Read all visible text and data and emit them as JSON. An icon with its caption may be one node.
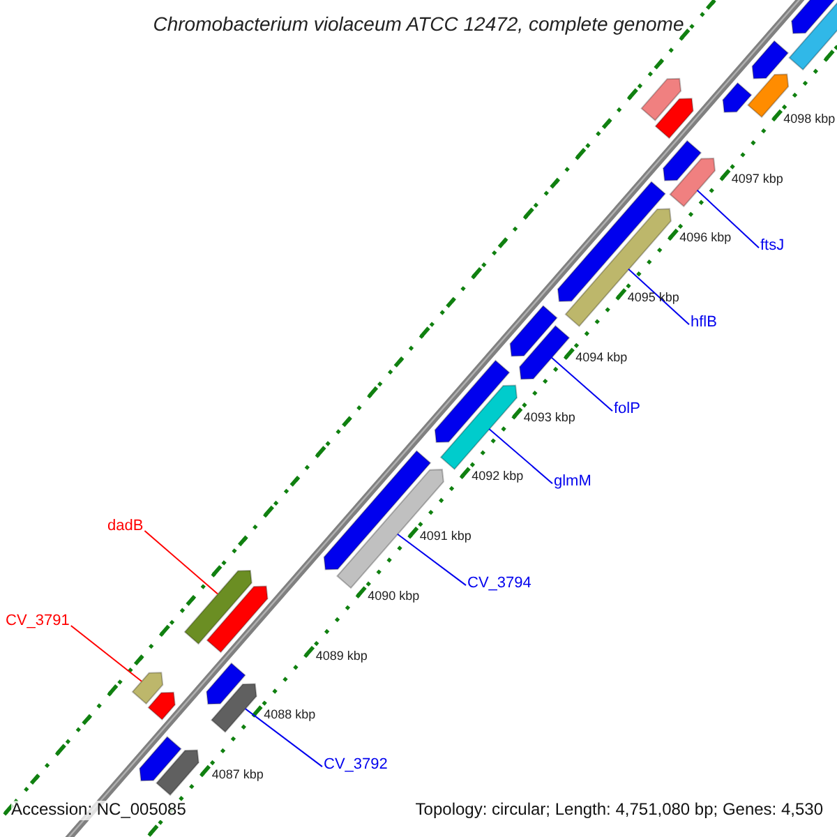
{
  "diagram": {
    "title": "Chromobacterium violaceum ATCC 12472, complete genome",
    "nodes": [
      {
        "text": [
          "ftsJ"
        ]
      },
      {
        "text": [],
        "shape": "bar"
      },
      {
        "text": [
          "hflB"
        ]
      },
      {
        "text": [],
        "shape": "bar"
      },
      {
        "text": [
          "folP"
        ]
      },
      {
        "text": [],
        "shape": "bar"
      },
      {
        "text": [
          "glmM"
        ]
      },
      {
        "text": [],
        "shape": "bar"
      },
      {
        "text": [
          "dadB"
        ]
      },
      {
        "text": [],
        "shape": "bar"
      },
      {
        "text": [
          "CV_3794"
        ]
      },
      {
        "text": [],
        "shape": "bar"
      },
      {
        "text": [
          "CV_3791"
        ]
      },
      {
        "text": [],
        "shape": "bar"
      },
      {
        "text": [
          "CV_3792"
        ]
      },
      {
        "text": [],
        "shape": "bar"
      },
      {
        "text": [],
        "shape": "bar"
      },
      {
        "text": [],
        "shape": "bar"
      },
      {
        "text": [],
        "shape": "bar"
      },
      {
        "text": [],
        "shape": "bar"
      },
      {
        "text": [],
        "shape": "bar"
      },
      {
        "text": [],
        "shape": "bar"
      },
      {
        "text": [],
        "shape": "bar"
      },
      {
        "text": [],
        "shape": "bar"
      },
      {
        "text": [],
        "shape": "bar"
      },
      {
        "text": [],
        "shape": "bar"
      },
      {
        "text": [],
        "shape": "bar"
      },
      {
        "text": [],
        "shape": "bar"
      },
      {
        "text": [],
        "shape": "bar"
      },
      {
        "text": [],
        "shape": "bar"
      },
      {
        "text": [],
        "shape": "bar"
      },
      {
        "text": [],
        "shape": "bar"
      },
      {
        "text": [],
        "shape": "bar"
      }
    ],
    "edges": [
      {
        "from": 0,
        "to": 1,
        "arrow": "none"
      },
      {
        "from": 2,
        "to": 3,
        "arrow": "none"
      },
      {
        "from": 4,
        "to": 5,
        "arrow": "none"
      },
      {
        "from": 6,
        "to": 7,
        "arrow": "none"
      },
      {
        "from": 8,
        "to": 9,
        "arrow": "none",
        "color": "#ff0000"
      },
      {
        "from": 10,
        "to": 11,
        "arrow": "none"
      },
      {
        "from": 12,
        "to": 13,
        "arrow": "none",
        "color": "#ff0000"
      },
      {
        "from": 14,
        "to": 15,
        "arrow": "none"
      }
    ],
    "labels": [
      "4098 kbp",
      "4097 kbp",
      "4096 kbp",
      "4095 kbp",
      "4094 kbp",
      "4093 kbp",
      "4092 kbp",
      "4091 kbp",
      "4090 kbp",
      "4089 kbp",
      "4088 kbp",
      "4087 kbp",
      "Accession: NC_005085",
      "Topology: circular; Length: 4,751,080 bp; Genes: 4,530"
    ]
  }
}
